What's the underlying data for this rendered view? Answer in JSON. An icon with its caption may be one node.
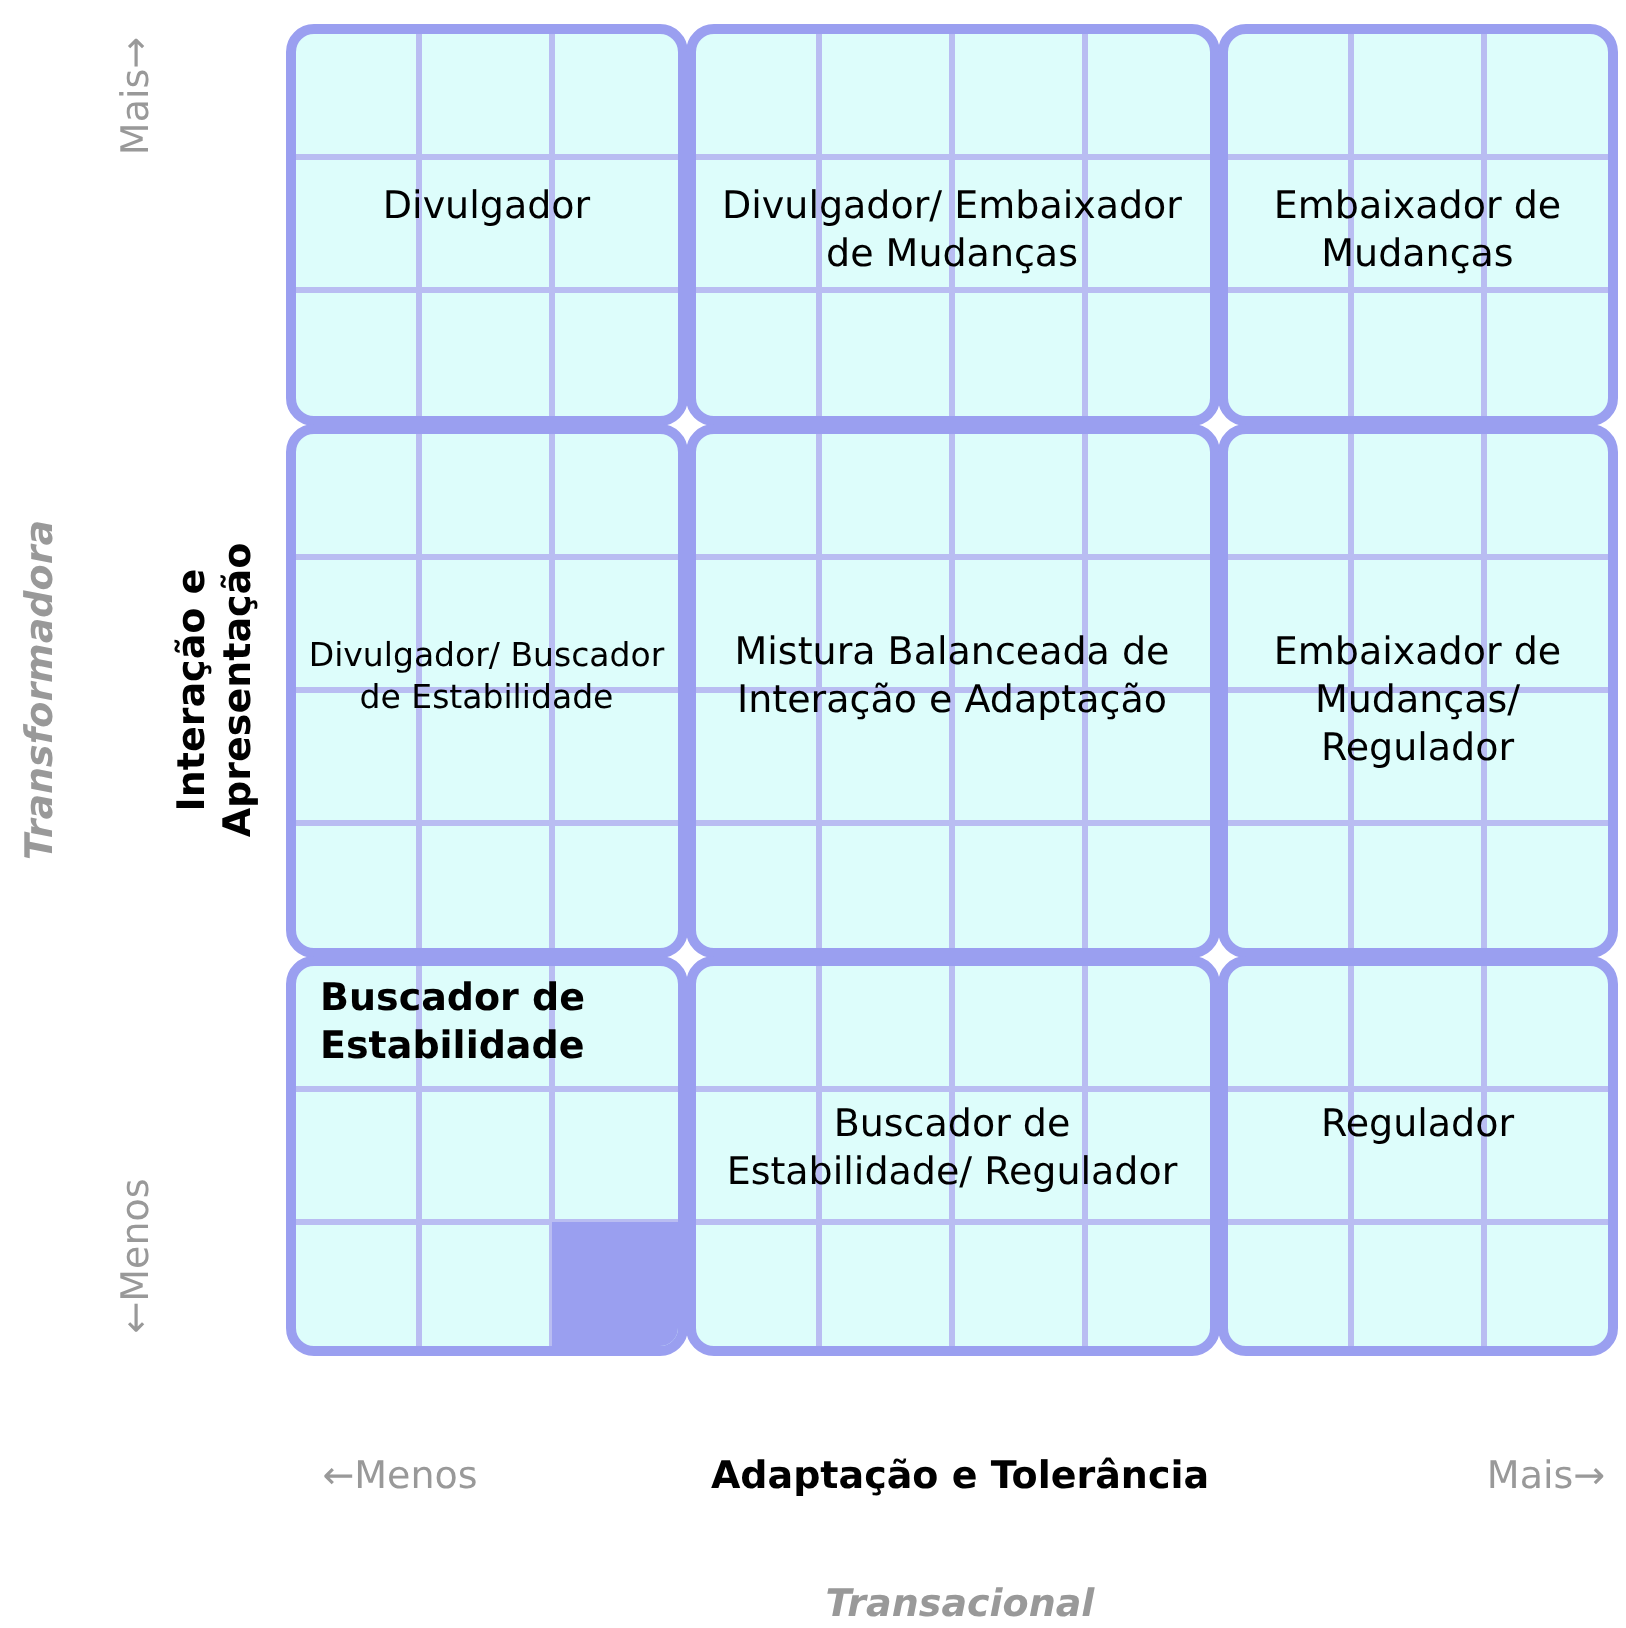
{
  "diagram": {
    "nodes": [
      {
        "text": [
          "Divulgador"
        ]
      },
      {
        "text": [
          "Divulgador/ Embaixador de Mudanças"
        ]
      },
      {
        "text": [
          "Embaixador de Mudanças"
        ]
      },
      {
        "text": [
          "Divulgador/ Buscador de Estabilidade"
        ]
      },
      {
        "text": [
          "Mistura Balanceada de Interação e Adaptação"
        ]
      },
      {
        "text": [
          "Embaixador de Mudanças/ Regulador"
        ]
      },
      {
        "text": [
          "Buscador de Estabilidade"
        ]
      },
      {
        "text": [
          "Buscador de Estabilidade/ Regulador"
        ]
      },
      {
        "text": [
          "Regulador"
        ]
      }
    ],
    "edges": [],
    "labels": [
      "Mais→",
      "Transformadora",
      "Interação e Apresentação",
      "←Menos",
      "←Menos",
      "Adaptação e Tolerância",
      "Mais→",
      "Transacional"
    ]
  }
}
